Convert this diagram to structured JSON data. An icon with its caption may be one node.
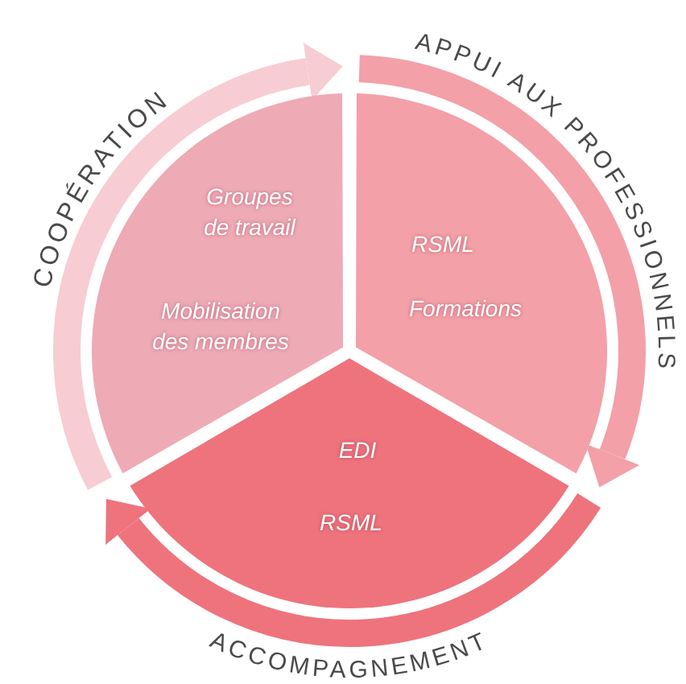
{
  "diagram": {
    "nodes": [
      {
        "text": [
          "Groupes de travail",
          "Mobilisation des membres"
        ]
      },
      {
        "text": [
          "RSML",
          "Formations"
        ]
      },
      {
        "text": [
          "EDI",
          "RSML"
        ]
      }
    ],
    "labels": [
      "COOPÉRATION",
      "APPUI AUX PROFESSIONNELS",
      "ACCOMPAGNEMENT"
    ]
  }
}
